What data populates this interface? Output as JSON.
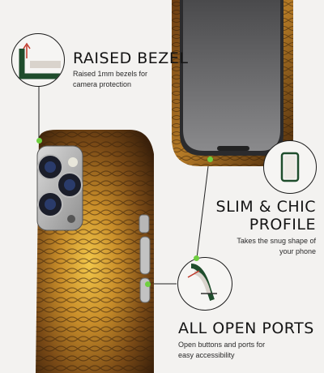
{
  "features": {
    "raised_bezel": {
      "title": "RAISED BEZEL",
      "desc_line1": "Raised 1mm bezels for",
      "desc_line2": "camera protection"
    },
    "slim_chic": {
      "title_line1": "SLIM & CHIC",
      "title_line2": "PROFILE",
      "desc_line1": "Takes the snug shape of",
      "desc_line2": "your phone"
    },
    "open_ports": {
      "title": "ALL OPEN PORTS",
      "desc_line1": "Open buttons and ports for",
      "desc_line2": "easy accessibility"
    }
  },
  "colors": {
    "background": "#f3f2f0",
    "accent_dot": "#6fcf3f",
    "case_bronze": "#8a5a1e",
    "case_gold": "#d9a532",
    "bezel_green": "#1f4d2c"
  },
  "icons": [
    "bezel-icon",
    "phone-side-icon",
    "port-icon"
  ]
}
